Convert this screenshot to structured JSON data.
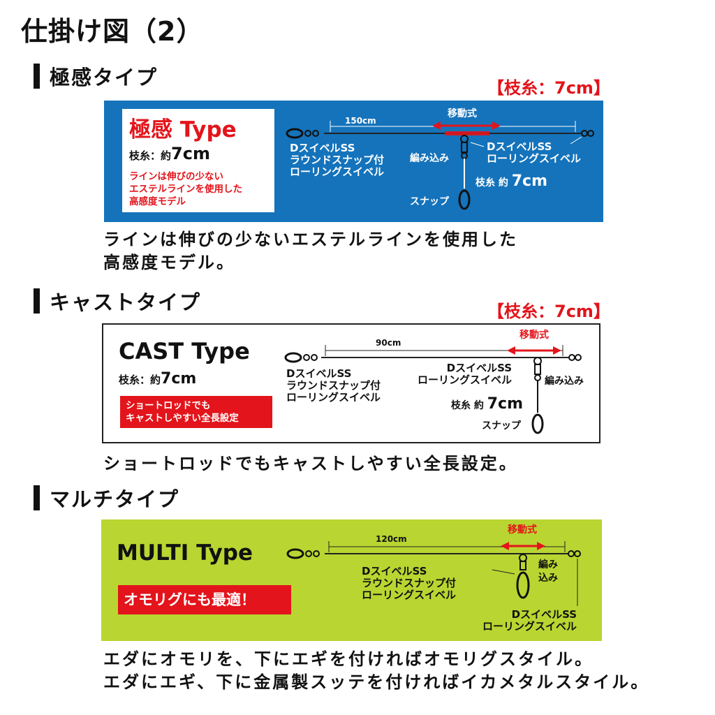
{
  "page_title": "仕掛け図（2）",
  "colors": {
    "accent_red": "#e3141b",
    "blue_panel": "#1473bb",
    "green_panel": "#b9d531",
    "dark": "#111111"
  },
  "sections": [
    {
      "heading": "極感タイプ",
      "branch_label": "【枝糸：7cm】",
      "type_name_1": "極感",
      "type_name_2": "Type",
      "branch_info_1": "枝糸：約",
      "branch_info_2": "7cm",
      "box_lines": [
        "ラインは伸びの少ない",
        "エステルラインを使用した",
        "高感度モデル"
      ],
      "length": "150cm",
      "movable": "移動式",
      "left_swivel": [
        "DスイベルSS",
        "ラウンドスナップ付",
        "ローリングスイベル"
      ],
      "braided": "編み込み",
      "rolling_swivel": [
        "DスイベルSS",
        "ローリングスイベル"
      ],
      "branch_len_1": "枝糸",
      "branch_len_2": "約",
      "branch_len_3": "7cm",
      "snap": "スナップ",
      "description": [
        "ラインは伸びの少ないエステルラインを使用した",
        "高感度モデル。"
      ]
    },
    {
      "heading": "キャストタイプ",
      "branch_label": "【枝糸：7cm】",
      "type_name": "CAST Type",
      "branch_info_1": "枝糸：約",
      "branch_info_2": "7cm",
      "box_lines": [
        "ショートロッドでも",
        "キャストしやすい全長設定"
      ],
      "length": "90cm",
      "movable": "移動式",
      "left_swivel": [
        "DスイベルSS",
        "ラウンドスナップ付",
        "ローリングスイベル"
      ],
      "rolling_swivel": [
        "DスイベルSS",
        "ローリングスイベル"
      ],
      "braided": "編み込み",
      "branch_len_1": "枝糸",
      "branch_len_2": "約",
      "branch_len_3": "7cm",
      "snap": "スナップ",
      "description": [
        "ショートロッドでもキャストしやすい全長設定。"
      ]
    },
    {
      "heading": "マルチタイプ",
      "type_name": "MULTI Type",
      "box_text": "オモリグにも最適！",
      "length": "120cm",
      "movable": "移動式",
      "braided_1": "編み",
      "braided_2": "込み",
      "mid_swivel": [
        "DスイベルSS",
        "ラウンドスナップ付",
        "ローリングスイベル"
      ],
      "right_swivel": [
        "DスイベルSS",
        "ローリングスイベル"
      ],
      "description": [
        "エダにオモリを、下にエギを付ければオモリグスタイル。",
        "エダにエギ、下に金属製スッテを付ければイカメタルスタイル。"
      ]
    }
  ]
}
